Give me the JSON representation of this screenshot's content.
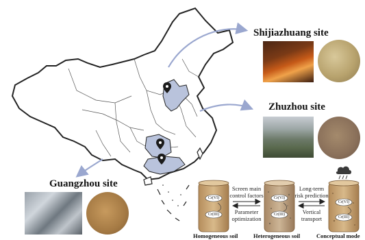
{
  "sites": {
    "shijiazhuang": {
      "title": "Shijiazhuang site"
    },
    "zhuzhou": {
      "title": "Zhuzhou site"
    },
    "guangzhou": {
      "title": "Guangzhou site"
    }
  },
  "workflow": {
    "step1_label_a": "Screen main",
    "step1_label_b": "control factors",
    "step1_label_c": "Parameter",
    "step1_label_d": "optimization",
    "step2_label_a": "Long-term",
    "step2_label_b": "risk prediction",
    "step2_label_c": "Vertical",
    "step2_label_d": "transport",
    "species_a": "Cr(VI)",
    "species_b": "Cr(III)",
    "captions": {
      "homogeneous": "Homogeneous soil",
      "heterogeneous": "Heterogeneous soil",
      "conceptual": "Conceptual mode"
    }
  },
  "colors": {
    "province_highlight": "#b9c3dc",
    "border": "#222222",
    "arrow": "#9aa7cf",
    "soil_column": "#c9a77a"
  },
  "icons": [
    "location-pin-icon",
    "rain-cloud-icon"
  ]
}
